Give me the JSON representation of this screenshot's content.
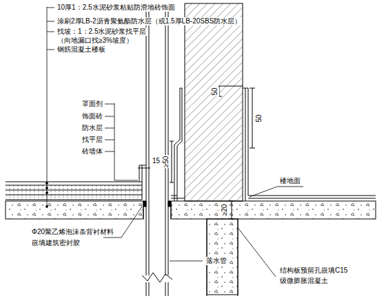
{
  "diagram": {
    "labels": [
      "10厚1：2.5水泥砂浆粘贴防滑地砖饰面",
      "涂刷2厚LB-2沥青聚氨酯防水层（或1.5厚LB-20SBS防水层）",
      "找坡：1：2.5水泥砂浆找平层",
      "（向地漏口找≥3%坡度）",
      "钢筋混凝土楼板",
      "罩面剂",
      "饰面砖",
      "防水层",
      "找平层",
      "砖墙体",
      "50",
      "≥50",
      "50",
      "15",
      "楼地面",
      "≥20",
      "Φ20聚乙烯泡沫条背衬材料",
      "嵌填建筑密封胶",
      "落水管",
      "结构板预留孔嵌填C15",
      "级微膨胀混凝土"
    ]
  }
}
